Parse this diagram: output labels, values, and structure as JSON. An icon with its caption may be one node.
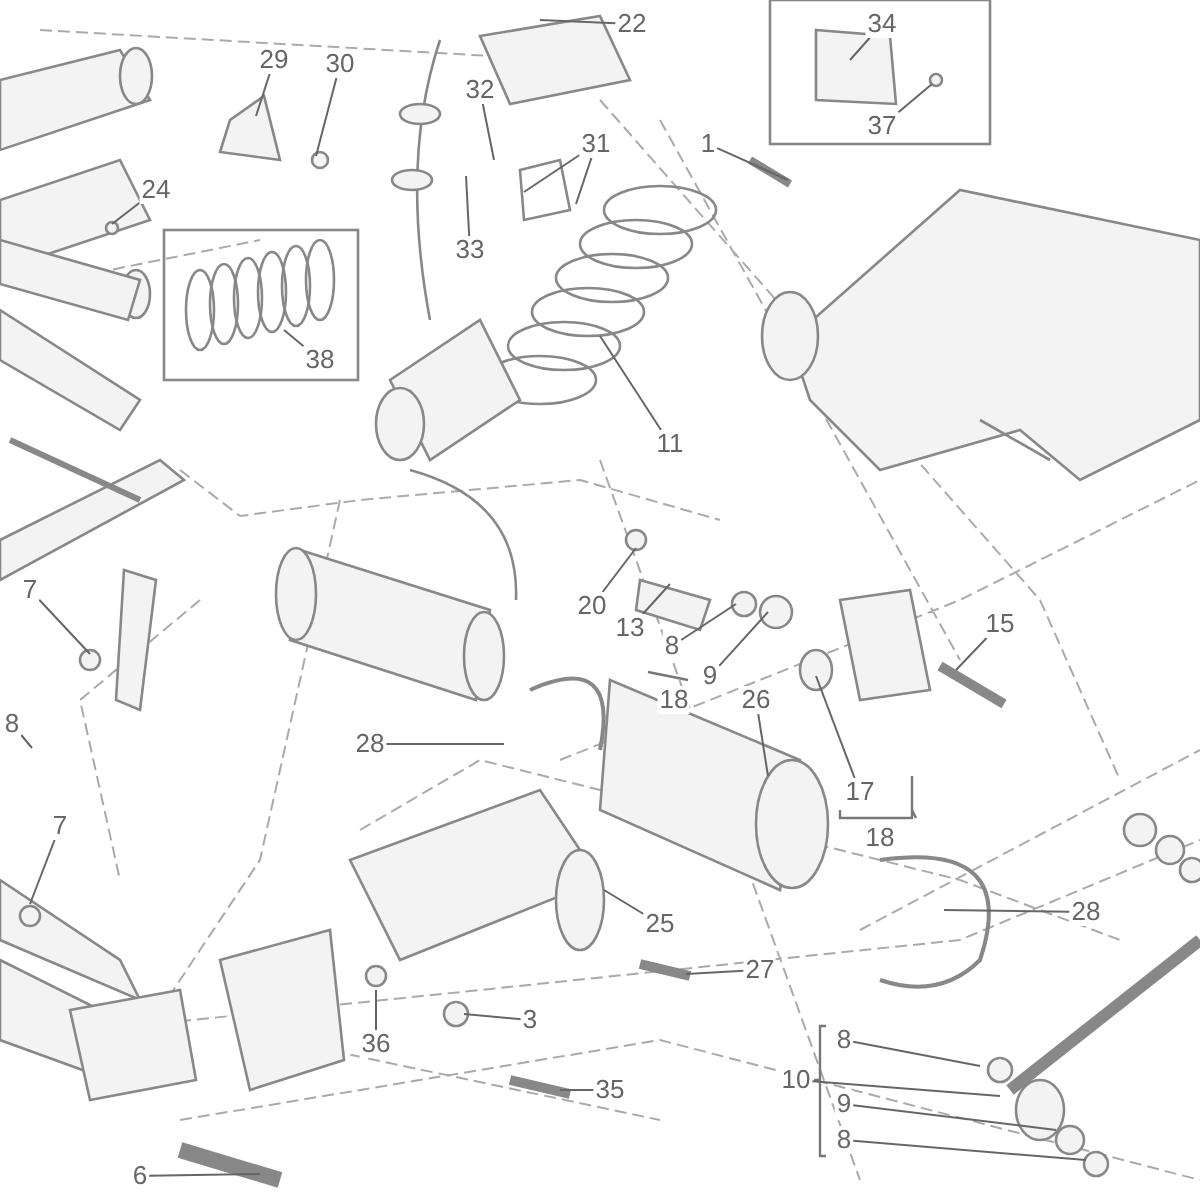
{
  "diagram": {
    "nodes": [
      {
        "text": [
          "22"
        ]
      },
      {
        "text": [
          "34"
        ]
      },
      {
        "text": [
          "29"
        ]
      },
      {
        "text": [
          "30"
        ]
      },
      {
        "text": [
          "32"
        ]
      },
      {
        "text": [
          "37"
        ]
      },
      {
        "text": [
          "31"
        ]
      },
      {
        "text": [
          "1"
        ]
      },
      {
        "text": [
          "24"
        ]
      },
      {
        "text": [
          "33"
        ]
      },
      {
        "text": [
          "38"
        ]
      },
      {
        "text": [
          "11"
        ]
      },
      {
        "text": [
          "7"
        ]
      },
      {
        "text": [
          "20"
        ]
      },
      {
        "text": [
          "15"
        ]
      },
      {
        "text": [
          "13"
        ]
      },
      {
        "text": [
          "8"
        ]
      },
      {
        "text": [
          "9"
        ]
      },
      {
        "text": [
          "26"
        ]
      },
      {
        "text": [
          "8"
        ]
      },
      {
        "text": [
          "28"
        ]
      },
      {
        "text": [
          "17"
        ]
      },
      {
        "text": [
          "7"
        ]
      },
      {
        "text": [
          "28"
        ]
      },
      {
        "text": [
          "25"
        ]
      },
      {
        "text": [
          "27"
        ]
      },
      {
        "text": [
          "3"
        ]
      },
      {
        "text": [
          "8"
        ]
      },
      {
        "text": [
          "36"
        ]
      },
      {
        "text": [
          "10"
        ]
      },
      {
        "text": [
          "35"
        ]
      },
      {
        "text": [
          "9"
        ]
      },
      {
        "text": [
          "8"
        ]
      },
      {
        "text": [
          "6"
        ]
      },
      {
        "text": [
          "18"
        ]
      },
      {
        "text": [
          "18"
        ]
      }
    ],
    "edges": [
      {
        "from": 0,
        "to": null,
        "arrow": "none"
      },
      {
        "from": 1,
        "to": null,
        "arrow": "none"
      },
      {
        "from": 2,
        "to": null,
        "arrow": "none"
      },
      {
        "from": 3,
        "to": null,
        "arrow": "none"
      },
      {
        "from": 4,
        "to": null,
        "arrow": "none"
      },
      {
        "from": 5,
        "to": null,
        "arrow": "none"
      },
      {
        "from": 6,
        "to": null,
        "arrow": "none"
      },
      {
        "from": 6,
        "to": null,
        "arrow": "none"
      },
      {
        "from": 7,
        "to": null,
        "arrow": "none"
      },
      {
        "from": 8,
        "to": null,
        "arrow": "none"
      },
      {
        "from": 9,
        "to": null,
        "arrow": "none"
      },
      {
        "from": 10,
        "to": null,
        "arrow": "none"
      },
      {
        "from": 11,
        "to": null,
        "arrow": "none"
      },
      {
        "from": 12,
        "to": null,
        "arrow": "none"
      },
      {
        "from": 13,
        "to": null,
        "arrow": "none"
      },
      {
        "from": 14,
        "to": null,
        "arrow": "none"
      },
      {
        "from": 15,
        "to": null,
        "arrow": "none"
      },
      {
        "from": 16,
        "to": null,
        "arrow": "none"
      },
      {
        "from": 17,
        "to": null,
        "arrow": "none"
      },
      {
        "from": 18,
        "to": null,
        "arrow": "none"
      },
      {
        "from": 19,
        "to": null,
        "arrow": "none"
      },
      {
        "from": 20,
        "to": null,
        "arrow": "none"
      },
      {
        "from": 21,
        "to": null,
        "arrow": "none"
      },
      {
        "from": 22,
        "to": null,
        "arrow": "none"
      },
      {
        "from": 23,
        "to": null,
        "arrow": "none"
      },
      {
        "from": 24,
        "to": null,
        "arrow": "none"
      },
      {
        "from": 25,
        "to": null,
        "arrow": "none"
      },
      {
        "from": 26,
        "to": null,
        "arrow": "none"
      },
      {
        "from": 27,
        "to": null,
        "arrow": "none"
      },
      {
        "from": 28,
        "to": null,
        "arrow": "none"
      },
      {
        "from": 29,
        "to": null,
        "arrow": "none"
      },
      {
        "from": 30,
        "to": null,
        "arrow": "none"
      },
      {
        "from": 31,
        "to": null,
        "arrow": "none"
      },
      {
        "from": 32,
        "to": null,
        "arrow": "none"
      },
      {
        "from": 33,
        "to": null,
        "arrow": "none"
      }
    ]
  }
}
